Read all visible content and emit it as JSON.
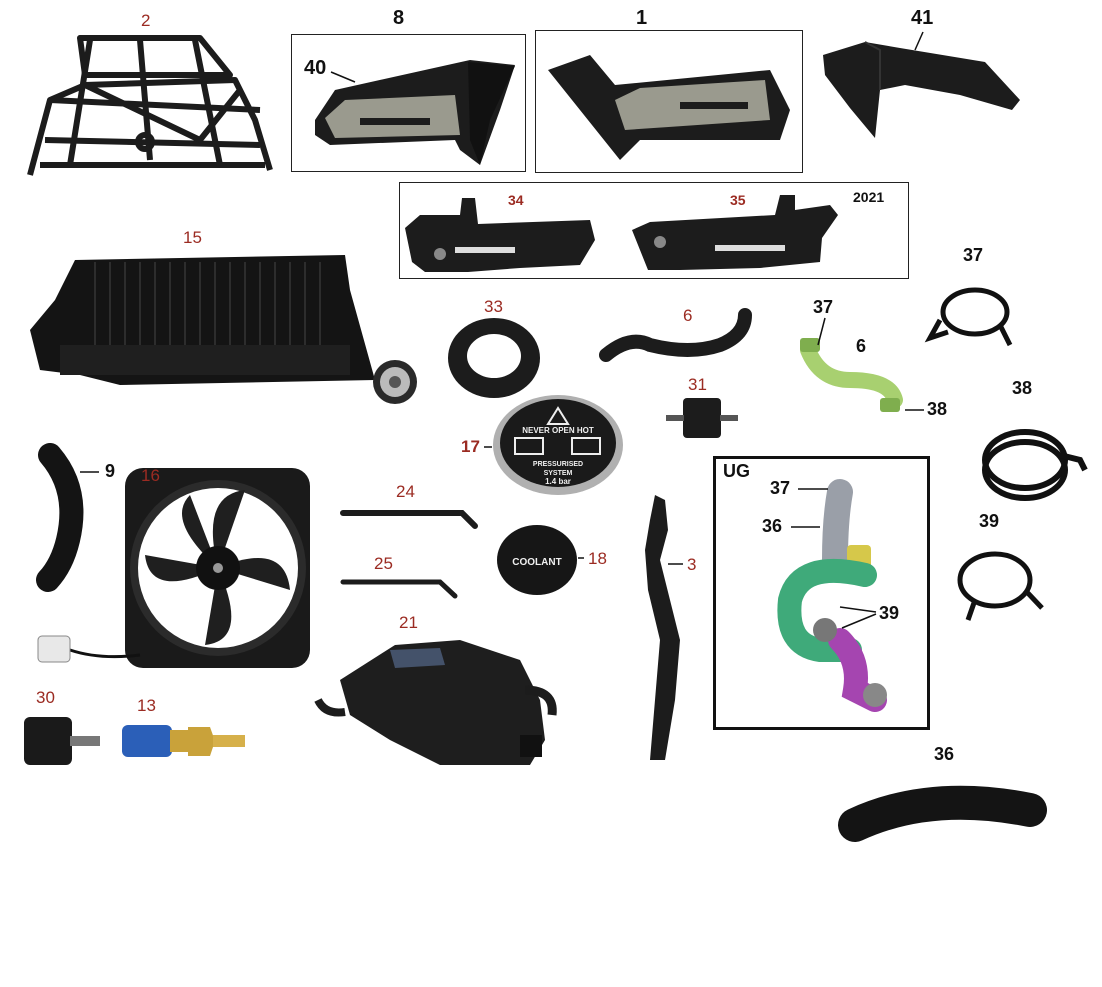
{
  "diagram": {
    "year_label": "2021",
    "group_label": "UG",
    "cap_text": {
      "line1": "NEVER OPEN HOT",
      "line2": "PRESSURISED",
      "line3": "SYSTEM",
      "line4": "1.4 bar"
    },
    "reservoir_cap_text": "COOLANT",
    "callouts": {
      "c2": "2",
      "c8": "8",
      "c1": "1",
      "c41": "41",
      "c40": "40",
      "c34": "34",
      "c35": "35",
      "c15": "15",
      "c37a": "37",
      "c33": "33",
      "c6a": "6",
      "c37b": "37",
      "c6b": "6",
      "c38a": "38",
      "c38b": "38",
      "c31": "31",
      "c17": "17",
      "c9": "9",
      "c16": "16",
      "c24": "24",
      "c18": "18",
      "c3": "3",
      "c37c": "37",
      "c36a": "36",
      "c39a": "39",
      "c39b": "39",
      "c25": "25",
      "c21": "21",
      "c30": "30",
      "c13": "13",
      "c36b": "36"
    },
    "colors": {
      "part_black": "#1c1c1c",
      "part_grey": "#9a9a8e",
      "label_red": "#9b2b22",
      "hose_green": "#3faa7a",
      "hose_purple": "#a545b0",
      "hose_lime": "#a8d070",
      "sensor_blue": "#2b5fb8",
      "sensor_brass": "#c9a23a"
    }
  }
}
